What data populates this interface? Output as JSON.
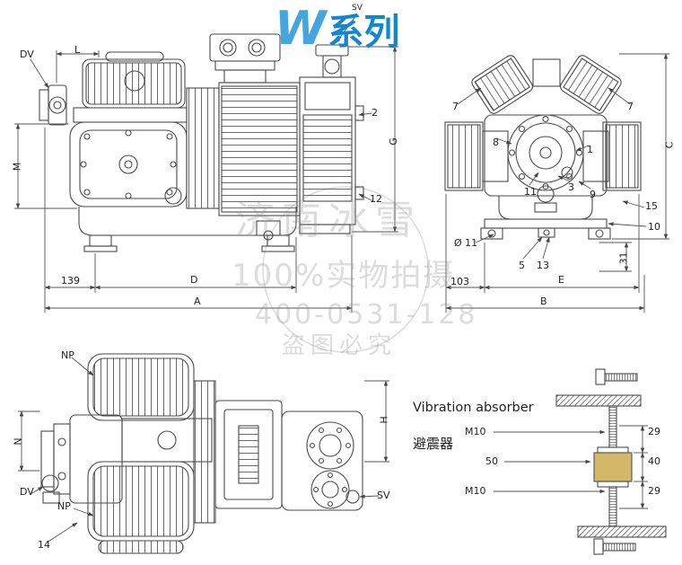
{
  "title": {
    "latin": "W",
    "cjk": "系列"
  },
  "watermark": [
    "济南冰雪",
    "100%实物拍摄",
    "400-0531-128",
    "盗图必究"
  ],
  "side_view": {
    "dv": "DV",
    "l": "L",
    "sv": "SV",
    "m": "M",
    "p2": "2",
    "g": "G",
    "p12": "12",
    "dim139": "139",
    "d": "D",
    "a": "A"
  },
  "front_view": {
    "p7_left": "7",
    "p7_right": "7",
    "p8": "8",
    "p1": "1",
    "p11": "11",
    "p3": "3",
    "p9": "9",
    "p15": "15",
    "p10": "10",
    "dia11": "Ø 11",
    "p5": "5",
    "p13": "13",
    "dim31": "31",
    "c": "C",
    "dim103": "103",
    "e": "E",
    "b": "B"
  },
  "top_view": {
    "np_top": "NP",
    "n": "N",
    "dv": "DV",
    "np_bottom": "NP",
    "p14": "14",
    "h": "H",
    "sv": "SV"
  },
  "absorber": {
    "label_en": "Vibration absorber",
    "label_zh": "避震器",
    "m10_top": "M10",
    "dim50": "50",
    "m10_bottom": "M10",
    "dim29_top": "29",
    "dim40": "40",
    "dim29_bottom": "29"
  },
  "colors": {
    "title_blue": "#2196dc",
    "rubber_yellow": "#d3b869",
    "line_gray": "#4a4a4a",
    "watermark_gray": "#c9c9c9"
  }
}
